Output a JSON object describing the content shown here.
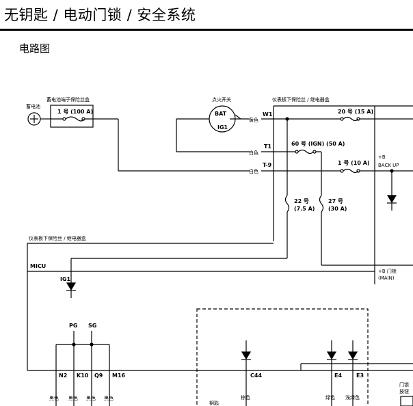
{
  "header": {
    "title": "无钥匙 / 电动门锁 / 安全系统",
    "subtitle": "电路图"
  },
  "diagram": {
    "battery": "蓄电池",
    "terminal_box": "蓄电池端子保险丝盒",
    "fuse_main": "1 号 (100 A)",
    "ignition_switch": "点火开关",
    "bat": "BAT",
    "ig1": "IG1",
    "dash_box": "仪表板下保险丝 / 继电器盒",
    "w1": "W1",
    "t1": "T1",
    "t9": "T-9",
    "yellow": "黄色",
    "white": "白色",
    "fuse20": "20 号 (15 A)",
    "fuse60": "60 号 (IGN) (50 A)",
    "fuse1": "1 号 (10 A)",
    "backup_b": "+B",
    "backup_label": "BACK UP",
    "fuse22_a": "22 号",
    "fuse22_b": "(7.5 A)",
    "fuse27_a": "27 号",
    "fuse27_b": "(30 A)",
    "dash_box2": "仪表板下保险丝 / 继电器盒",
    "micu": "MICU",
    "ig1_pin": "IG1",
    "doorlock_b": "+B 门锁",
    "doorlock_main": "(MAIN)",
    "pg": "PG",
    "sg": "SG",
    "n2": "N2",
    "k10": "K10",
    "q9": "Q9",
    "m16": "M16",
    "c44": "C44",
    "e4": "E4",
    "e3": "E3",
    "black": "黑色",
    "brown": "棕色",
    "green": "绿色",
    "light_green": "浅绿色",
    "key": "钥匙",
    "door_lock_btn_a": "门锁",
    "door_lock_btn_b": "按钮"
  }
}
